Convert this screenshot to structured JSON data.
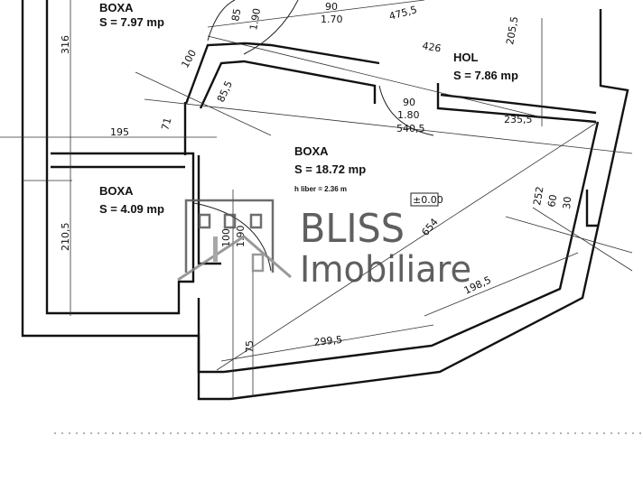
{
  "rooms": [
    {
      "name": "BOXA",
      "area": "S = 7.97 mp"
    },
    {
      "name": "HOL",
      "area": "S = 7.86 mp"
    },
    {
      "name": "BOXA",
      "area": "S = 18.72 mp",
      "note": "h liber = 2.36 m"
    },
    {
      "name": "BOXA",
      "area": "S = 4.09 mp"
    }
  ],
  "dimensions": {
    "d316": "316",
    "d195": "195",
    "d100": "100",
    "d71": "71",
    "d855": "85,5",
    "d85": "85",
    "d190a": "1.90",
    "d90a": "90",
    "d170": "1.70",
    "d4755": "475,5",
    "d426": "426",
    "d2055": "205,5",
    "d90b": "90",
    "d180": "1.80",
    "d5405": "540,5",
    "d2355": "235,5",
    "d252": "252",
    "d60": "60",
    "d30": "30",
    "d2105": "210,5",
    "d100b": "100",
    "d190b": "1.90",
    "d654": "654",
    "d1985": "198,5",
    "d2995": "299,5",
    "d75": "75"
  },
  "level_mark": "±0.00",
  "watermark": {
    "line1": "BLISS",
    "line2": "Imobiliare"
  }
}
